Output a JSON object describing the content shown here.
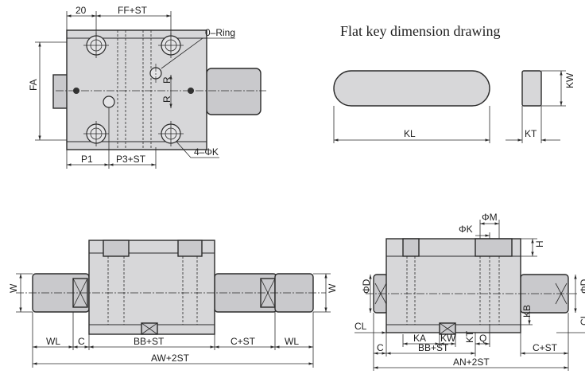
{
  "title": "Flat key dimension drawing",
  "labels": {
    "top_20": "20",
    "top_ff": "FF+ST",
    "oring": "0–Ring",
    "fa": "FA",
    "r1": "R",
    "r2": "R",
    "p1": "P1",
    "p3": "P3+ST",
    "phik": "4–ΦK",
    "kl": "KL",
    "kw": "KW",
    "kt": "KT",
    "w_left": "W",
    "w_right": "W",
    "wl_left": "WL",
    "c_left": "C",
    "bb": "BB+ST",
    "cst": "C+ST",
    "wl_right": "WL",
    "aw": "AW+2ST",
    "phim": "ΦM",
    "phik2": "ΦK",
    "h": "H",
    "phid_left": "ΦD",
    "phid_right": "ΦD",
    "cl_left": "CL",
    "cl_right": "CL",
    "kb": "KB",
    "c2": "C",
    "ka": "KA",
    "kw2": "KW",
    "bb2": "BB+ST",
    "kt2": "KT",
    "q": "Q",
    "cst2": "C+ST",
    "an": "AN+2ST"
  }
}
